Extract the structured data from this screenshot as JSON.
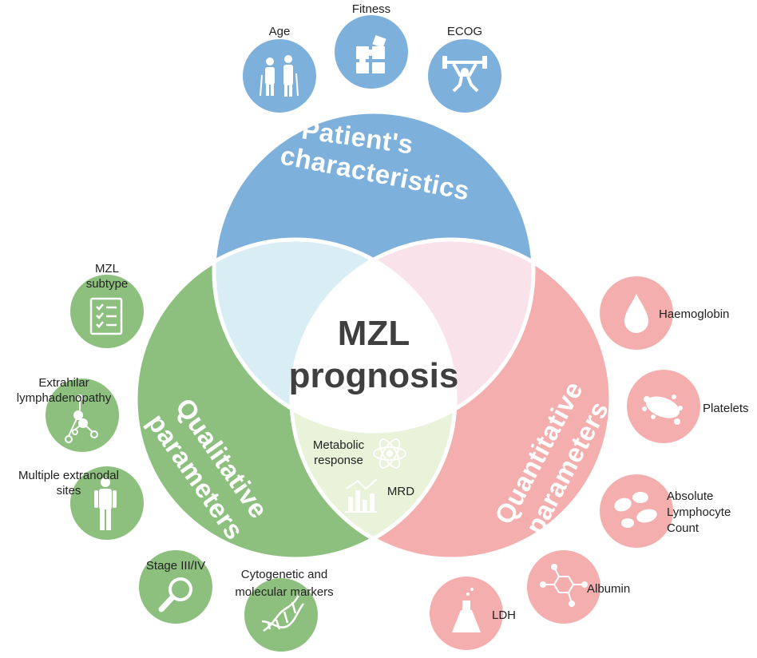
{
  "center": {
    "line1": "MZL",
    "line2": "prognosis"
  },
  "sectors": {
    "patient": {
      "line1": "Patient's",
      "line2": "characteristics",
      "color": "#7eb0dc",
      "light": "#d9edf5"
    },
    "qualitative": {
      "line1": "Qualitative",
      "line2": "parameters",
      "color": "#8dbf7f",
      "light": "#e8f3d9"
    },
    "quantitative": {
      "line1": "Quantitative",
      "line2": "parameters",
      "color": "#f4aeae",
      "light": "#f9e2ea"
    }
  },
  "inner": {
    "metabolic1": "Metabolic",
    "metabolic2": "response",
    "mrd": "MRD"
  },
  "patient_items": [
    {
      "label": "Age",
      "icon": "elderly-couple-icon"
    },
    {
      "label": "Fitness",
      "icon": "puzzle-icon"
    },
    {
      "label": "ECOG",
      "icon": "weightlifter-icon"
    }
  ],
  "qualitative_items": [
    {
      "label1": "MZL",
      "label2": "subtype",
      "icon": "checklist-icon"
    },
    {
      "label1": "Extrahilar",
      "label2": "lymphadenopathy",
      "icon": "lymph-nodes-icon"
    },
    {
      "label1": "Multiple extranodal",
      "label2": "sites",
      "icon": "human-body-icon"
    },
    {
      "label1": "Stage III/IV",
      "label2": "",
      "icon": "magnifier-icon"
    },
    {
      "label1": "Cytogenetic and",
      "label2": "molecular markers",
      "icon": "dna-icon"
    }
  ],
  "quantitative_items": [
    {
      "label1": "Haemoglobin",
      "label2": "",
      "label3": "",
      "icon": "blood-drop-icon"
    },
    {
      "label1": "Platelets",
      "label2": "",
      "label3": "",
      "icon": "platelet-icon"
    },
    {
      "label1": "Absolute",
      "label2": "Lymphocyte",
      "label3": "Count",
      "icon": "lymphocytes-icon"
    },
    {
      "label1": "Albumin",
      "label2": "",
      "label3": "",
      "icon": "molecule-icon"
    },
    {
      "label1": "LDH",
      "label2": "",
      "label3": "",
      "icon": "flask-icon"
    }
  ]
}
